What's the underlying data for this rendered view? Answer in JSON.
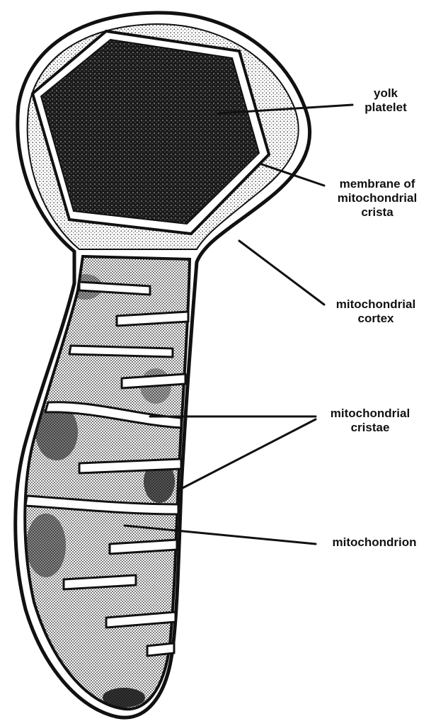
{
  "labels": {
    "yolk_platelet": [
      "yolk",
      "platelet"
    ],
    "membrane_of_cristae": [
      "membrane of",
      "mitochondrial",
      "crista"
    ],
    "mitochondrial_cortex": [
      "mitochondrial",
      "cortex"
    ],
    "mitochondrial_cristae": [
      "mitochondrial",
      "cristae"
    ],
    "mitochondrion": [
      "mitochondrion"
    ]
  }
}
